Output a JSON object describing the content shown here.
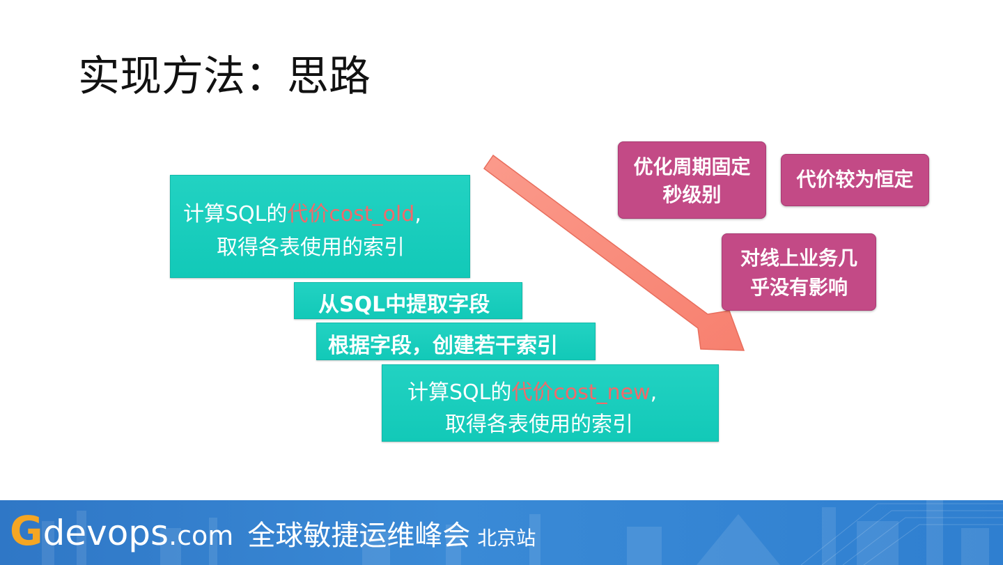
{
  "slide": {
    "title": "实现方法：思路"
  },
  "steps": [
    {
      "line1_prefix": "计算SQL的",
      "line1_highlight": "代价cost_old",
      "line1_suffix": ",",
      "line2": "取得各表使用的索引"
    },
    {
      "line1": "从SQL中提取字段"
    },
    {
      "line1": "根据字段，创建若干索引"
    },
    {
      "line1_prefix": "计算SQL的",
      "line1_highlight": "代价cost_new",
      "line1_suffix": ",",
      "line2": "取得各表使用的索引"
    }
  ],
  "notes": [
    {
      "line1": "优化周期固定",
      "line2": "秒级别"
    },
    {
      "line1": "代价较为恒定"
    },
    {
      "line1": "对线上业务几",
      "line2": "乎没有影响"
    }
  ],
  "footer": {
    "brand_g": "G",
    "brand_devops": "devops",
    "brand_dotcom": ".com",
    "event_name": "全球敏捷运维峰会",
    "city": "北京站"
  },
  "colors": {
    "teal": "#12c9b8",
    "highlight_red": "#f06a6a",
    "magenta": "#c34a86",
    "arrow": "#fa8f80",
    "banner_blue": "#3a8ad6",
    "brand_orange": "#f5a623"
  }
}
